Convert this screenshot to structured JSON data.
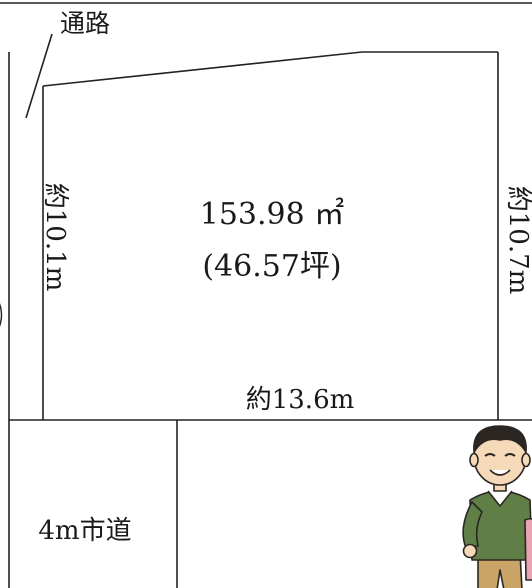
{
  "labels": {
    "passage": "通路",
    "area_sqm": "153.98 ㎡",
    "area_tsubo": "(46.57坪)",
    "left_side": "約10.1m",
    "right_side": "約10.7m",
    "bottom_side": "約13.6m",
    "road": "4m市道"
  },
  "colors": {
    "line": "#222222",
    "background": "#ffffff",
    "skin": "#f6d9b8",
    "hair": "#2b2622",
    "shirt": "#5f7f47",
    "pants": "#c9a466"
  },
  "illustration": "man-in-green-shirt"
}
